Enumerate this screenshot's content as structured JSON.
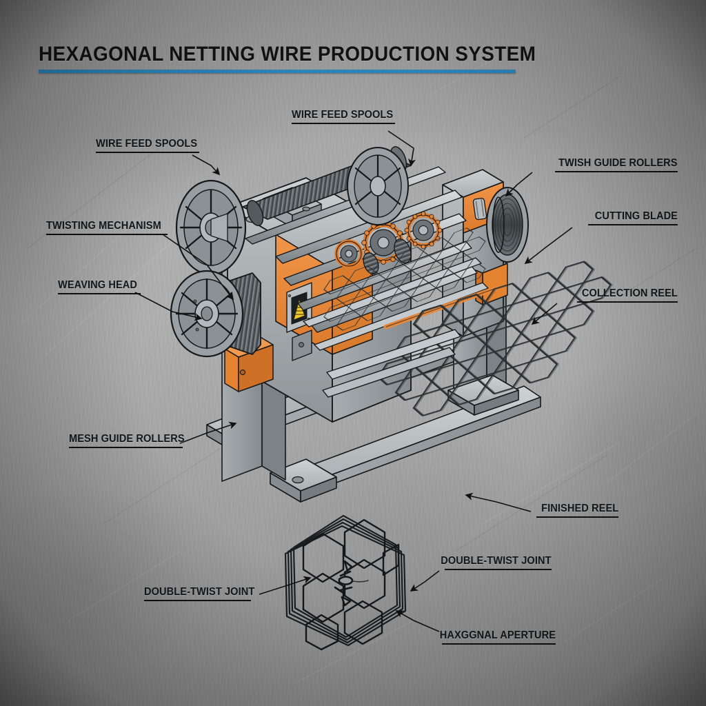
{
  "meta": {
    "title": "HEXAGONAL NETTING WIRE PRODUCTION SYSTEM",
    "accent_rule_color": "#2f93cf",
    "background_color": "#a8a8a8",
    "machine_body_color": "#9aa0a3",
    "machine_accent_color": "#e8883a",
    "line_color": "#111111",
    "illustration": "isometric technical cutaway of a hexagonal (chicken wire) netting weaving machine with labelled callouts, plus a detail inset of a single mesh cell cluster"
  },
  "callouts": [
    {
      "id": "wire-feed-spools-top",
      "label": "WIRE FEED SPOOLS",
      "align": "left"
    },
    {
      "id": "wire-feed-spools-left",
      "label": "WIRE FEED SPOOLS",
      "align": "left"
    },
    {
      "id": "twisting-mechanism",
      "label": "TWISTING MECHANISM",
      "align": "left"
    },
    {
      "id": "weaving-head",
      "label": "WEAVING HEAD",
      "align": "left"
    },
    {
      "id": "mesh-guide-rollers",
      "label": "MESH GUIDE ROLLERS",
      "align": "left"
    },
    {
      "id": "twish-guide-rollers",
      "label": "TWISH GUIDE ROLLERS",
      "align": "right"
    },
    {
      "id": "cutting-blade",
      "label": "CUTTING BLADE",
      "align": "right"
    },
    {
      "id": "collection-reel",
      "label": "COLLECTION REEL",
      "align": "right"
    },
    {
      "id": "finished-reel",
      "label": "FINISHED REEL",
      "align": "right"
    },
    {
      "id": "double-twist-joint-right",
      "label": "DOUBLE-TWIST JOINT",
      "align": "right"
    },
    {
      "id": "haxggnal-aperture",
      "label": "HAXGGNAL APERTURE",
      "align": "right"
    },
    {
      "id": "double-twist-joint-left",
      "label": "DOUBLE-TWIST JOINT",
      "align": "left"
    }
  ]
}
